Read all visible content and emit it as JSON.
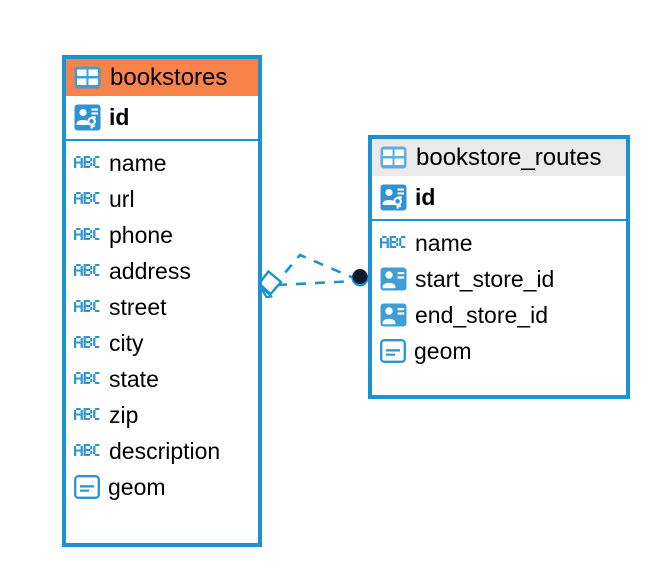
{
  "diagram": {
    "type": "er-diagram",
    "background_color": "#ffffff",
    "accent_color": "#1b92d1",
    "selected_header_color": "#f7824a",
    "normal_header_color": "#eaeaea"
  },
  "entities": [
    {
      "name": "bookstores",
      "selected": true,
      "icon": "table-icon",
      "primary_key": {
        "label": "id",
        "icon": "primary-key-icon",
        "type": "pk"
      },
      "fields": [
        {
          "label": "name",
          "icon": "text-type-icon",
          "type": "text"
        },
        {
          "label": "url",
          "icon": "text-type-icon",
          "type": "text"
        },
        {
          "label": "phone",
          "icon": "text-type-icon",
          "type": "text"
        },
        {
          "label": "address",
          "icon": "text-type-icon",
          "type": "text"
        },
        {
          "label": "street",
          "icon": "text-type-icon",
          "type": "text"
        },
        {
          "label": "city",
          "icon": "text-type-icon",
          "type": "text"
        },
        {
          "label": "state",
          "icon": "text-type-icon",
          "type": "text"
        },
        {
          "label": "zip",
          "icon": "text-type-icon",
          "type": "text"
        },
        {
          "label": "description",
          "icon": "text-type-icon",
          "type": "text"
        },
        {
          "label": "geom",
          "icon": "geometry-type-icon",
          "type": "geometry"
        }
      ]
    },
    {
      "name": "bookstore_routes",
      "selected": false,
      "icon": "table-icon",
      "primary_key": {
        "label": "id",
        "icon": "primary-key-icon",
        "type": "pk"
      },
      "fields": [
        {
          "label": "name",
          "icon": "text-type-icon",
          "type": "text"
        },
        {
          "label": "start_store_id",
          "icon": "foreign-key-icon",
          "type": "fk"
        },
        {
          "label": "end_store_id",
          "icon": "foreign-key-icon",
          "type": "fk"
        },
        {
          "label": "geom",
          "icon": "geometry-type-icon",
          "type": "geometry"
        }
      ]
    }
  ],
  "relationship": {
    "style": "dashed",
    "color": "#1b92d1",
    "source_marker": "diamond-endpoint-icon",
    "target_marker": "filled-circle-endpoint-icon",
    "edge_count": 2
  }
}
